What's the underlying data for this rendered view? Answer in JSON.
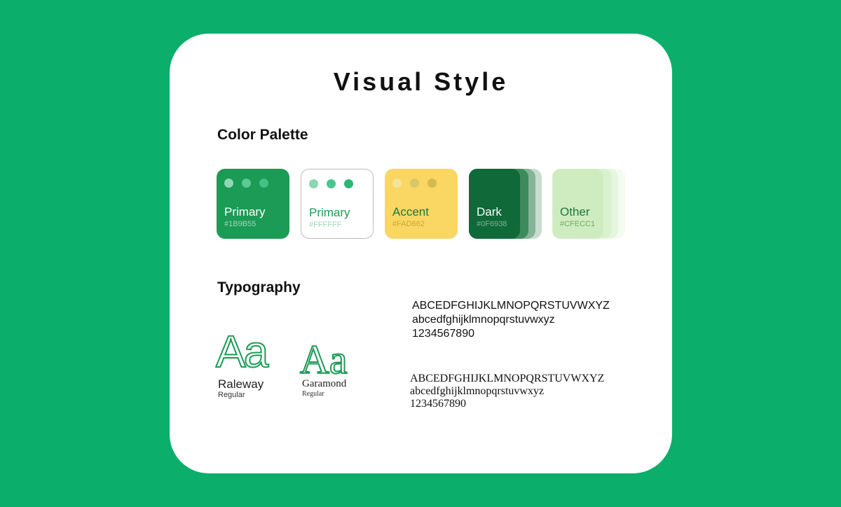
{
  "title": "Visual Style",
  "color_palette": {
    "heading": "Color Palette",
    "swatches": [
      {
        "name": "Primary",
        "hex": "#1B9B55",
        "fill": "#1B9B55",
        "text_color": "#ffffff",
        "hex_text_color": "#9ed8b5",
        "dots": [
          "#8fd9b3",
          "#5cc995",
          "#45c084"
        ]
      },
      {
        "name": "Primary",
        "hex": "#FFFFFF",
        "fill": "#FFFFFF",
        "text_color": "#1B9B55",
        "hex_text_color": "#9ed8b5",
        "dots": [
          "#8ad8b3",
          "#4dc490",
          "#2bb877"
        ]
      },
      {
        "name": "Accent",
        "hex": "#FAD662",
        "fill": "#FAD662",
        "text_color": "#1B7A3F",
        "hex_text_color": "#c9a935",
        "dots": [
          "#f5e39c",
          "#d9c56c",
          "#d4b94e"
        ]
      },
      {
        "name": "Dark",
        "hex": "#0F6938",
        "fill": "#0F6938",
        "text_color": "#ffffff",
        "hex_text_color": "#7fb596",
        "dots": []
      },
      {
        "name": "Other",
        "hex": "#CFECC1",
        "fill": "#CFECC1",
        "text_color": "#1B7A3F",
        "hex_text_color": "#6fa95d",
        "dots": []
      }
    ]
  },
  "typography": {
    "heading": "Typography",
    "fonts": [
      {
        "sample": "Aa",
        "name": "Raleway",
        "style": "Regular",
        "uppercase": "ABCEDFGHIJKLMNOPQRSTUVWXYZ",
        "lowercase": "abcedfghijklmnopqrstuvwxyz",
        "digits": "1234567890"
      },
      {
        "sample": "Aa",
        "name": "Garamond",
        "style": "Regular",
        "uppercase": "ABCEDFGHIJKLMNOPQRSTUVWXYZ",
        "lowercase": "abcedfghijklmnopqrstuvwxyz",
        "digits": "1234567890"
      }
    ]
  }
}
